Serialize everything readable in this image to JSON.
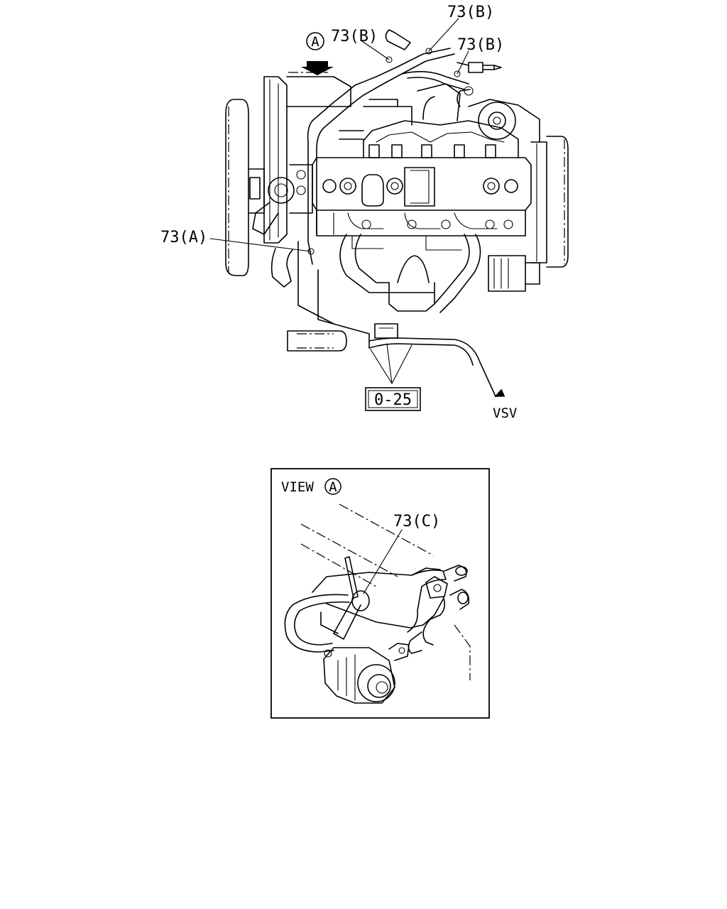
{
  "callouts": {
    "view_marker": "A",
    "part_b_1": "73(B)",
    "part_b_2": "73(B)",
    "part_b_3": "73(B)",
    "part_a": "73(A)",
    "part_c": "73(C)",
    "ref_box": "0-25",
    "vsv": "VSV"
  },
  "inset": {
    "title_prefix": "VIEW",
    "title_marker": "A"
  },
  "icons": [
    "view-direction-arrow-icon",
    "circled-letter-icon",
    "leader-arrow-icon"
  ]
}
